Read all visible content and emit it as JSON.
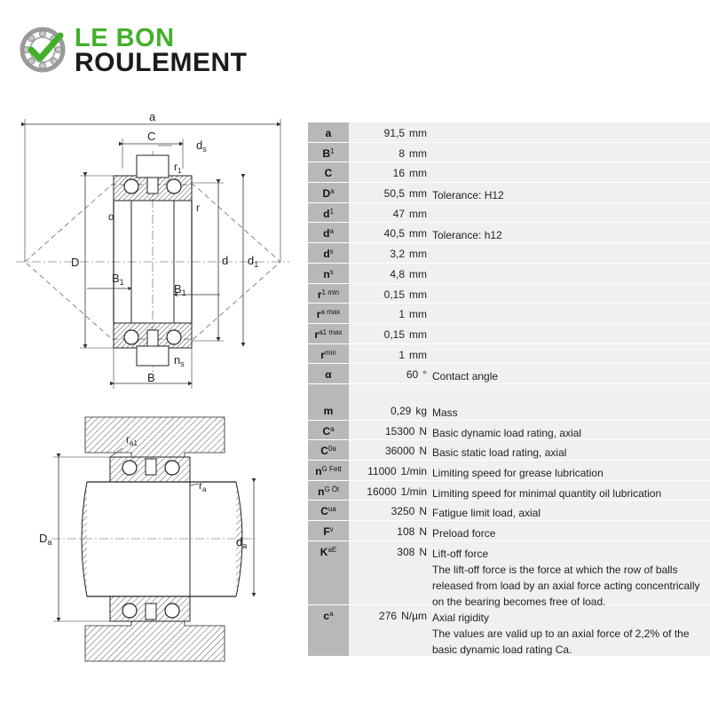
{
  "logo": {
    "line1": "LE BON",
    "line2": "ROULEMENT",
    "colors": {
      "green": "#43b02a",
      "dark": "#1b1b1b"
    }
  },
  "drawing_labels": {
    "a": "a",
    "C": "C",
    "ds_main": "d",
    "ds_sub": "s",
    "r1_main": "r",
    "r1_sub": "1",
    "alpha": "α",
    "r": "r",
    "D": "D",
    "d": "d",
    "d1_main": "d",
    "d1_sub": "1",
    "B1_main": "B",
    "B1_sub": "1",
    "ns_main": "n",
    "ns_sub": "s",
    "B": "B",
    "ra1_main": "r",
    "ra1_sub": "a1",
    "ra_main": "r",
    "ra_sub": "a",
    "Da_main": "D",
    "Da_sub": "a",
    "da_main": "d",
    "da_sub": "a"
  },
  "specs_dimensions": [
    {
      "sym": "a",
      "sub": "",
      "value": "91,5",
      "unit": "mm",
      "desc": ""
    },
    {
      "sym": "B",
      "sub": "1",
      "value": "8",
      "unit": "mm",
      "desc": ""
    },
    {
      "sym": "C",
      "sub": "",
      "value": "16",
      "unit": "mm",
      "desc": ""
    },
    {
      "sym": "D",
      "sub": "a",
      "value": "50,5",
      "unit": "mm",
      "desc": "Tolerance: H12"
    },
    {
      "sym": "d",
      "sub": "1",
      "value": "47",
      "unit": "mm",
      "desc": ""
    },
    {
      "sym": "d",
      "sub": "a",
      "value": "40,5",
      "unit": "mm",
      "desc": "Tolerance: h12"
    },
    {
      "sym": "d",
      "sub": "s",
      "value": "3,2",
      "unit": "mm",
      "desc": ""
    },
    {
      "sym": "n",
      "sub": "s",
      "value": "4,8",
      "unit": "mm",
      "desc": ""
    },
    {
      "sym": "r",
      "sub": "1 min",
      "value": "0,15",
      "unit": "mm",
      "desc": ""
    },
    {
      "sym": "r",
      "sub": "a max",
      "value": "1",
      "unit": "mm",
      "desc": ""
    },
    {
      "sym": "r",
      "sub": "a1 max",
      "value": "0,15",
      "unit": "mm",
      "desc": ""
    },
    {
      "sym": "r",
      "sub": "min",
      "value": "1",
      "unit": "mm",
      "desc": ""
    },
    {
      "sym": "α",
      "sub": "",
      "value": "60",
      "unit": "°",
      "desc": "Contact angle"
    }
  ],
  "specs_performance": [
    {
      "sym": "m",
      "sub": "",
      "value": "0,29",
      "unit": "kg",
      "desc": "Mass"
    },
    {
      "sym": "C",
      "sub": "a",
      "value": "15300",
      "unit": "N",
      "desc": "Basic dynamic load rating, axial"
    },
    {
      "sym": "C",
      "sub": "0a",
      "value": "36000",
      "unit": "N",
      "desc": "Basic static load rating, axial"
    },
    {
      "sym": "n",
      "sub": "G Fett",
      "value": "11000",
      "unit": "1/min",
      "desc": "Limiting speed for grease lubrication"
    },
    {
      "sym": "n",
      "sub": "G Öl",
      "value": "16000",
      "unit": "1/min",
      "desc": "Limiting speed for minimal quantity oil lubrication"
    },
    {
      "sym": "C",
      "sub": "ua",
      "value": "3250",
      "unit": "N",
      "desc": "Fatigue limit load, axial"
    },
    {
      "sym": "F",
      "sub": "v",
      "value": "108",
      "unit": "N",
      "desc": "Preload force"
    },
    {
      "sym": "K",
      "sub": "aE",
      "value": "308",
      "unit": "N",
      "desc": "Lift-off force",
      "note": "The lift-off force is the force at which the row of balls released from load by an axial force acting concentrically on the bearing becomes free of load."
    },
    {
      "sym": "c",
      "sub": "a",
      "value": "276",
      "unit": "N/µm",
      "desc": "Axial rigidity",
      "note": "The values are valid up to an axial force of 2,2% of the basic dynamic load rating Ca."
    }
  ]
}
